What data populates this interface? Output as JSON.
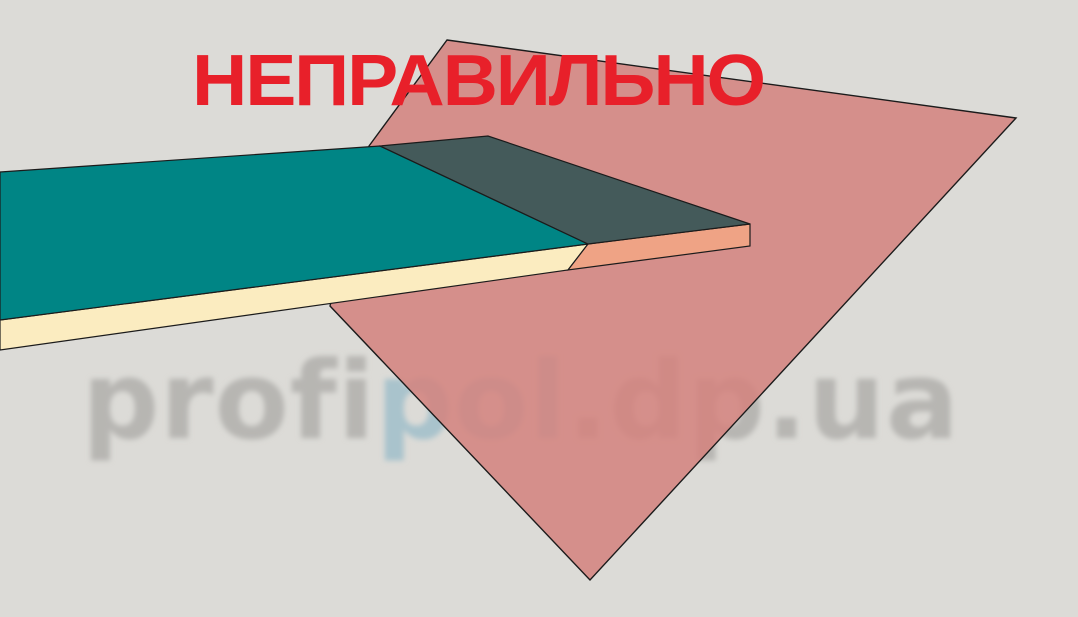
{
  "headline": {
    "text": "НЕПРАВИЛЬНО",
    "color": "#e8202a"
  },
  "watermark": {
    "part1": "profi",
    "part2": "pol",
    "part3": ".dp.ua",
    "gray_color": "#b7b6b2",
    "accent_color": "#a9c3cc"
  },
  "colors": {
    "background": "#dcdbd7",
    "plane_fill": "#d4827e",
    "board_top": "#008585",
    "board_top_behind": "#445a5a",
    "board_side": "#fbecc0",
    "board_side_behind": "#efa385",
    "outline": "#1b1b1b"
  }
}
